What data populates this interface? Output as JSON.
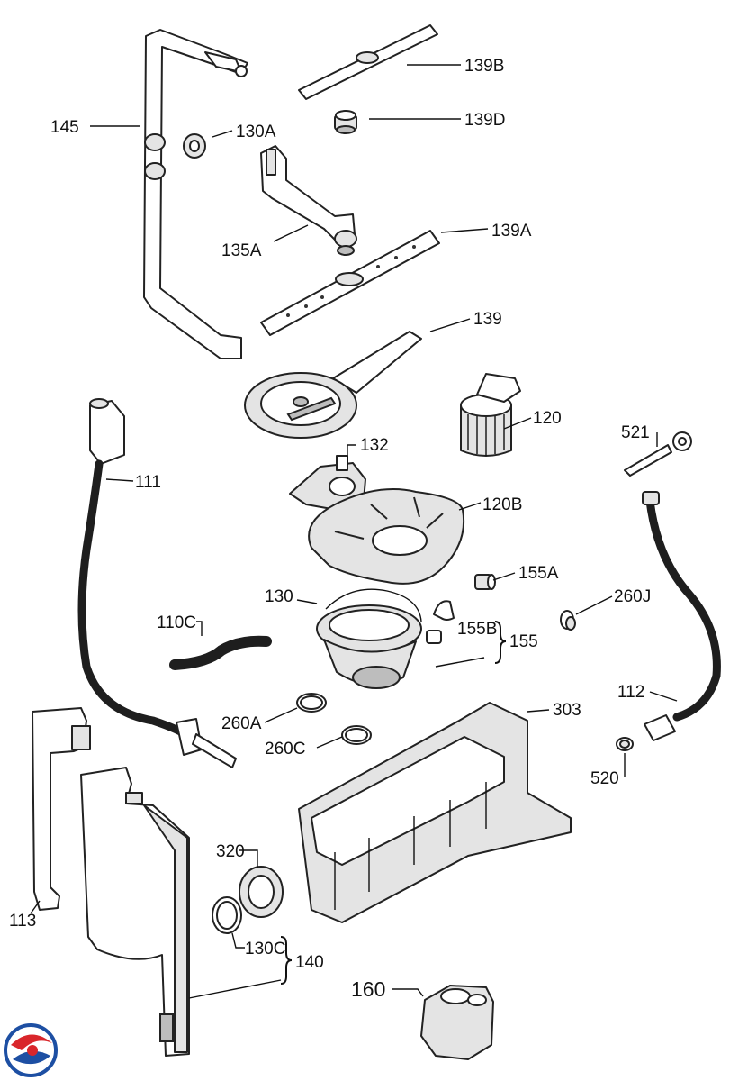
{
  "labels": {
    "p145": "145",
    "p130A": "130A",
    "p139B": "139B",
    "p139D": "139D",
    "p135A": "135A",
    "p139A": "139A",
    "p139": "139",
    "p120": "120",
    "p521": "521",
    "p111": "111",
    "p132": "132",
    "p120B": "120B",
    "p155A": "155A",
    "p130": "130",
    "p260J": "260J",
    "p110C": "110C",
    "p155B": "155B",
    "p155": "155",
    "p112": "112",
    "p260A": "260A",
    "p303": "303",
    "p260C": "260C",
    "p520": "520",
    "p320": "320",
    "p113": "113",
    "p130C": "130C",
    "p140": "140",
    "p160": "160"
  },
  "colors": {
    "line": "#222222",
    "logo_red": "#d9262b",
    "logo_blue": "#1d4fa3"
  },
  "icons": {
    "brand_logo": "circular-brand-logo"
  }
}
